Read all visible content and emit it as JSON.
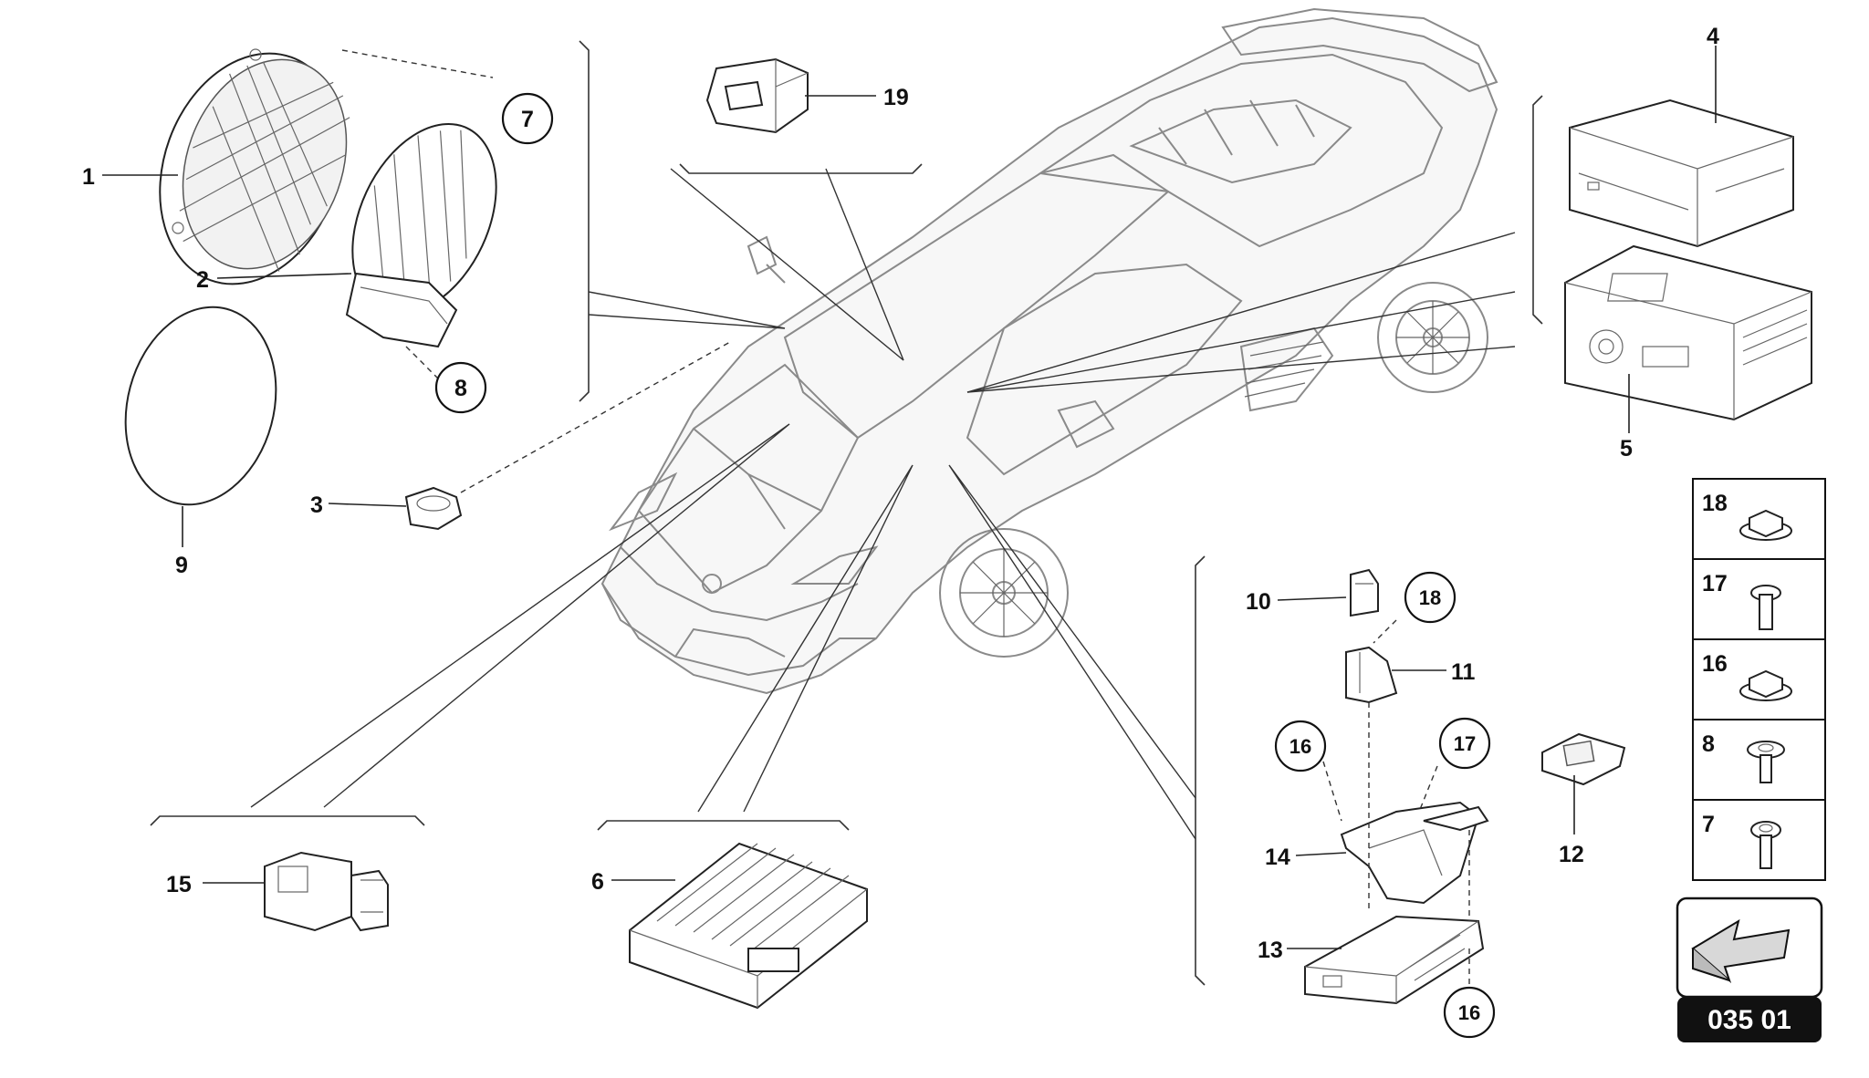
{
  "callouts": {
    "c1": "1",
    "c2": "2",
    "c3": "3",
    "c4": "4",
    "c5": "5",
    "c6": "6",
    "c7": "7",
    "c8": "8",
    "c9": "9",
    "c10": "10",
    "c11": "11",
    "c12": "12",
    "c13": "13",
    "c14": "14",
    "c15": "15",
    "c16": "16",
    "c17": "17",
    "c18": "18",
    "c19": "19"
  },
  "circled": {
    "r7": "7",
    "r8": "8",
    "r18": "18",
    "r16a": "16",
    "r17": "17",
    "r16b": "16"
  },
  "fastener_panel": {
    "items": [
      "18",
      "17",
      "16",
      "8",
      "7"
    ]
  },
  "page_badge": {
    "code": "035 01"
  },
  "colors": {
    "line": "#222222",
    "car_outline": "#8a8a8a",
    "badge_bg": "#111111",
    "badge_text": "#ffffff",
    "arrow_fill": "#d8d8d8"
  }
}
